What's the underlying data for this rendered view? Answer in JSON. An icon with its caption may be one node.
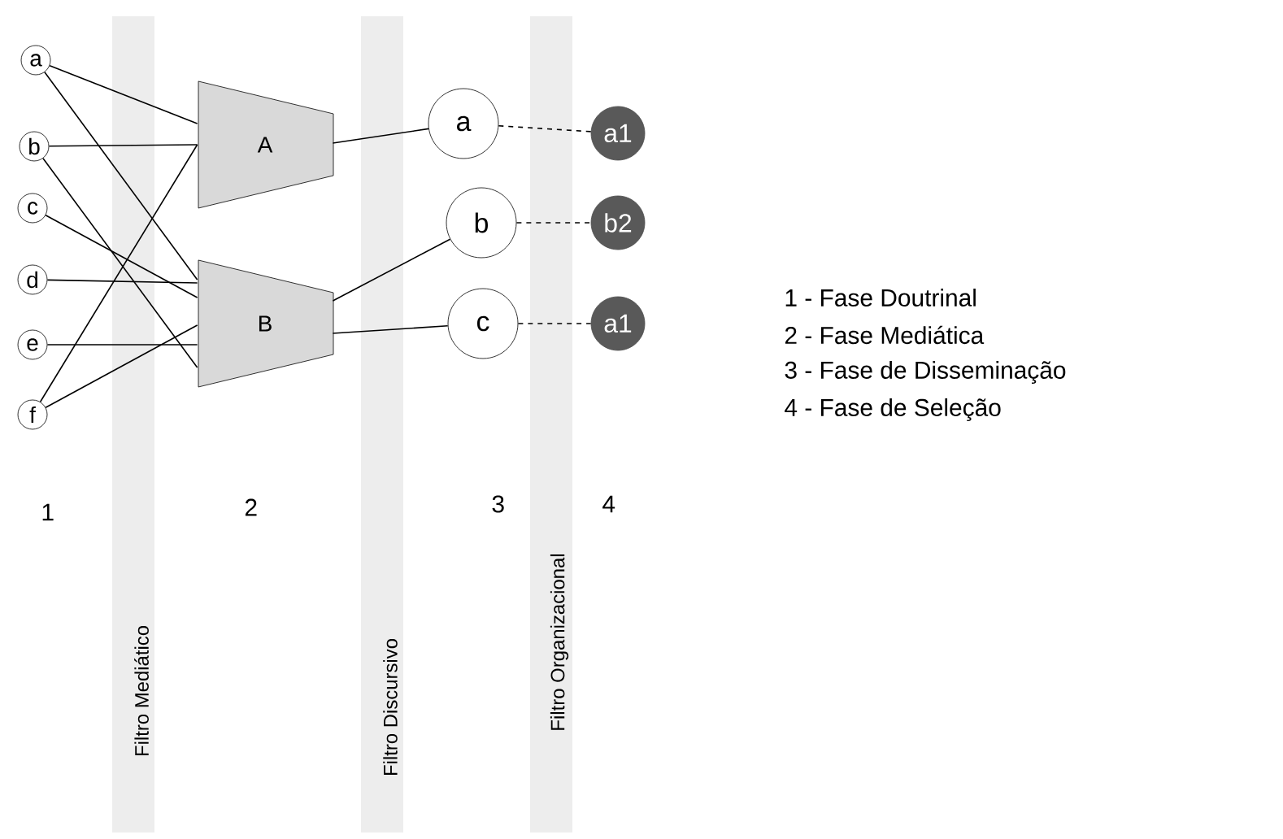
{
  "diagram": {
    "nodes": [
      {
        "text": [
          "a"
        ]
      },
      {
        "text": [
          "b"
        ]
      },
      {
        "text": [
          "c"
        ]
      },
      {
        "text": [
          "d"
        ]
      },
      {
        "text": [
          "e"
        ]
      },
      {
        "text": [
          "f"
        ]
      },
      {
        "text": [
          "A"
        ]
      },
      {
        "text": [
          "B"
        ]
      },
      {
        "text": [
          "a"
        ]
      },
      {
        "text": [
          "b"
        ]
      },
      {
        "text": [
          "c"
        ]
      },
      {
        "text": [
          "a1"
        ]
      },
      {
        "text": [
          "b2"
        ]
      },
      {
        "text": [
          "a1"
        ]
      }
    ],
    "edges": [
      {
        "from": 0,
        "to": 6,
        "arrow": "none"
      },
      {
        "from": 0,
        "to": 7,
        "arrow": "none"
      },
      {
        "from": 1,
        "to": 6,
        "arrow": "none"
      },
      {
        "from": 1,
        "to": 7,
        "arrow": "none"
      },
      {
        "from": 2,
        "to": 7,
        "arrow": "none"
      },
      {
        "from": 3,
        "to": 7,
        "arrow": "none"
      },
      {
        "from": 4,
        "to": 7,
        "arrow": "none"
      },
      {
        "from": 5,
        "to": 6,
        "arrow": "none"
      },
      {
        "from": 5,
        "to": 7,
        "arrow": "none"
      },
      {
        "from": 6,
        "to": 8,
        "arrow": "none"
      },
      {
        "from": 7,
        "to": 9,
        "arrow": "none"
      },
      {
        "from": 7,
        "to": 10,
        "arrow": "none"
      },
      {
        "from": 8,
        "to": 11,
        "arrow": "none",
        "style": "dashed"
      },
      {
        "from": 9,
        "to": 12,
        "arrow": "none",
        "style": "dashed"
      },
      {
        "from": 10,
        "to": 13,
        "arrow": "none",
        "style": "dashed"
      }
    ],
    "labels": [
      "1",
      "2",
      "3",
      "4",
      "1 - Fase Doutrinal",
      "2 - Fase Mediática",
      "3 - Fase de Disseminação",
      "4 - Fase de Seleção",
      "Filtro Mediático",
      "Filtro Discursivo",
      "Filtro Organizacional"
    ]
  }
}
